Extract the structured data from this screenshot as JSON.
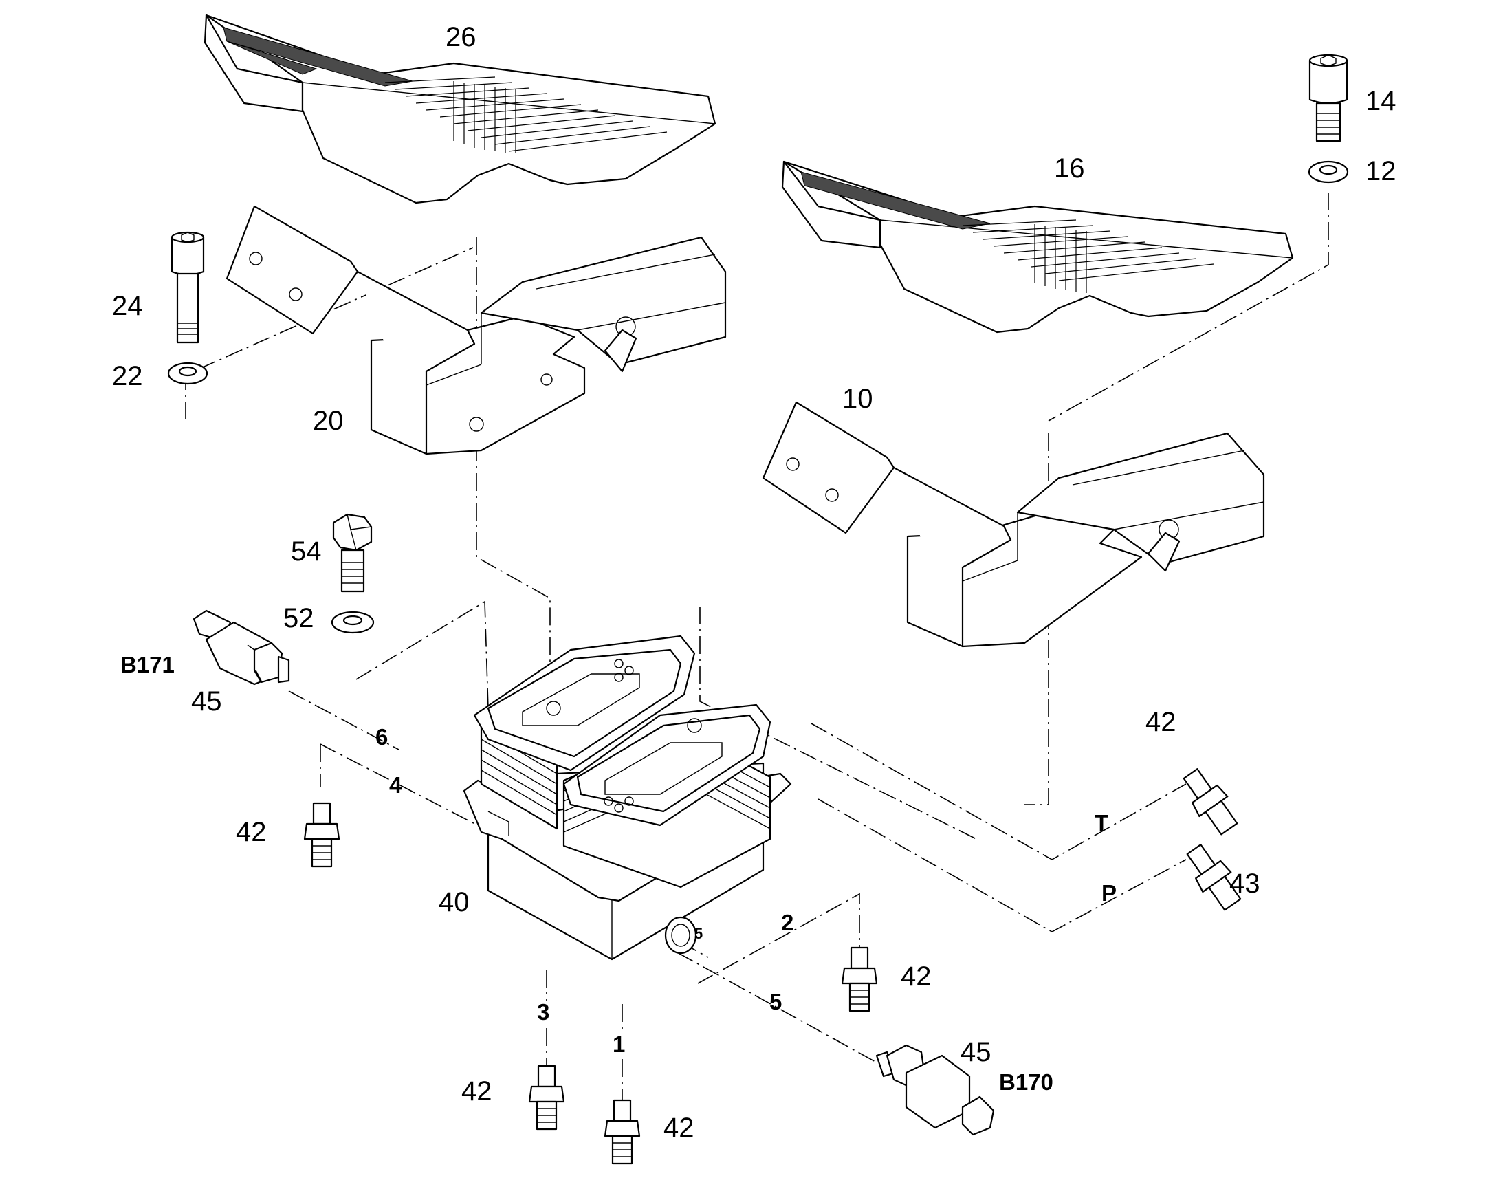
{
  "callouts": {
    "c26": "26",
    "c14": "14",
    "c12": "12",
    "c16": "16",
    "c24": "24",
    "c22": "22",
    "c20": "20",
    "c10": "10",
    "c54": "54",
    "c52": "52",
    "c45_left": "45",
    "c45_right": "45",
    "c42_tr": "42",
    "c42_left": "42",
    "c42_mid": "42",
    "c42_b3": "42",
    "c42_b1": "42",
    "c43": "43",
    "c40": "40"
  },
  "ports": {
    "p6": "6",
    "p4": "4",
    "p2": "2",
    "p5": "5",
    "p3": "3",
    "p1": "1",
    "pT": "T",
    "pP": "P"
  },
  "sensors": {
    "left": "B171",
    "right": "B170"
  },
  "body_marking": "5"
}
